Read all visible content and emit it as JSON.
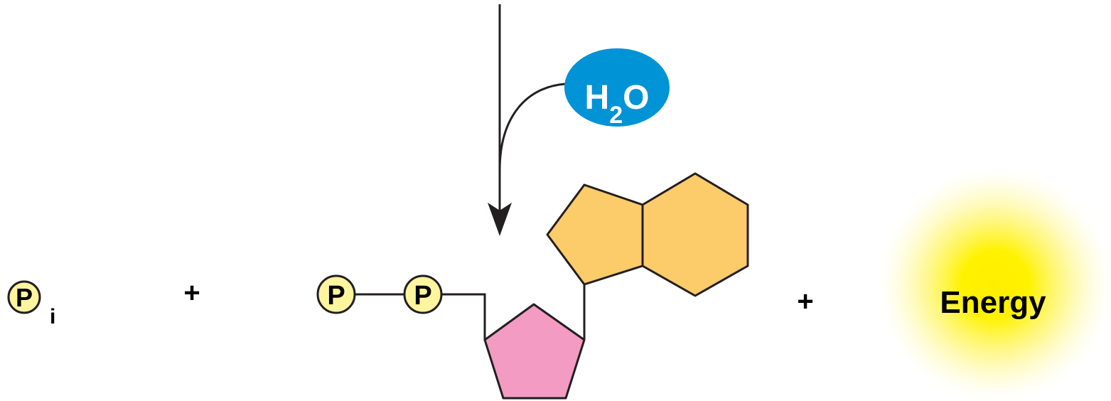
{
  "pi": {
    "symbol": "P",
    "subscript": "i"
  },
  "plus_left": "+",
  "plus_right": "+",
  "phosphate_symbol": "P",
  "water": {
    "h": "H",
    "sub": "2",
    "o": "O"
  },
  "energy": {
    "label": "Energy"
  },
  "colors": {
    "phosphate_fill": "#fff59e",
    "water_fill": "#0093d6",
    "ribose_fill": "#f39bc3",
    "base_fill": "#fccb6a",
    "energy_glow": "#ffee00",
    "stroke": "#231f20"
  }
}
